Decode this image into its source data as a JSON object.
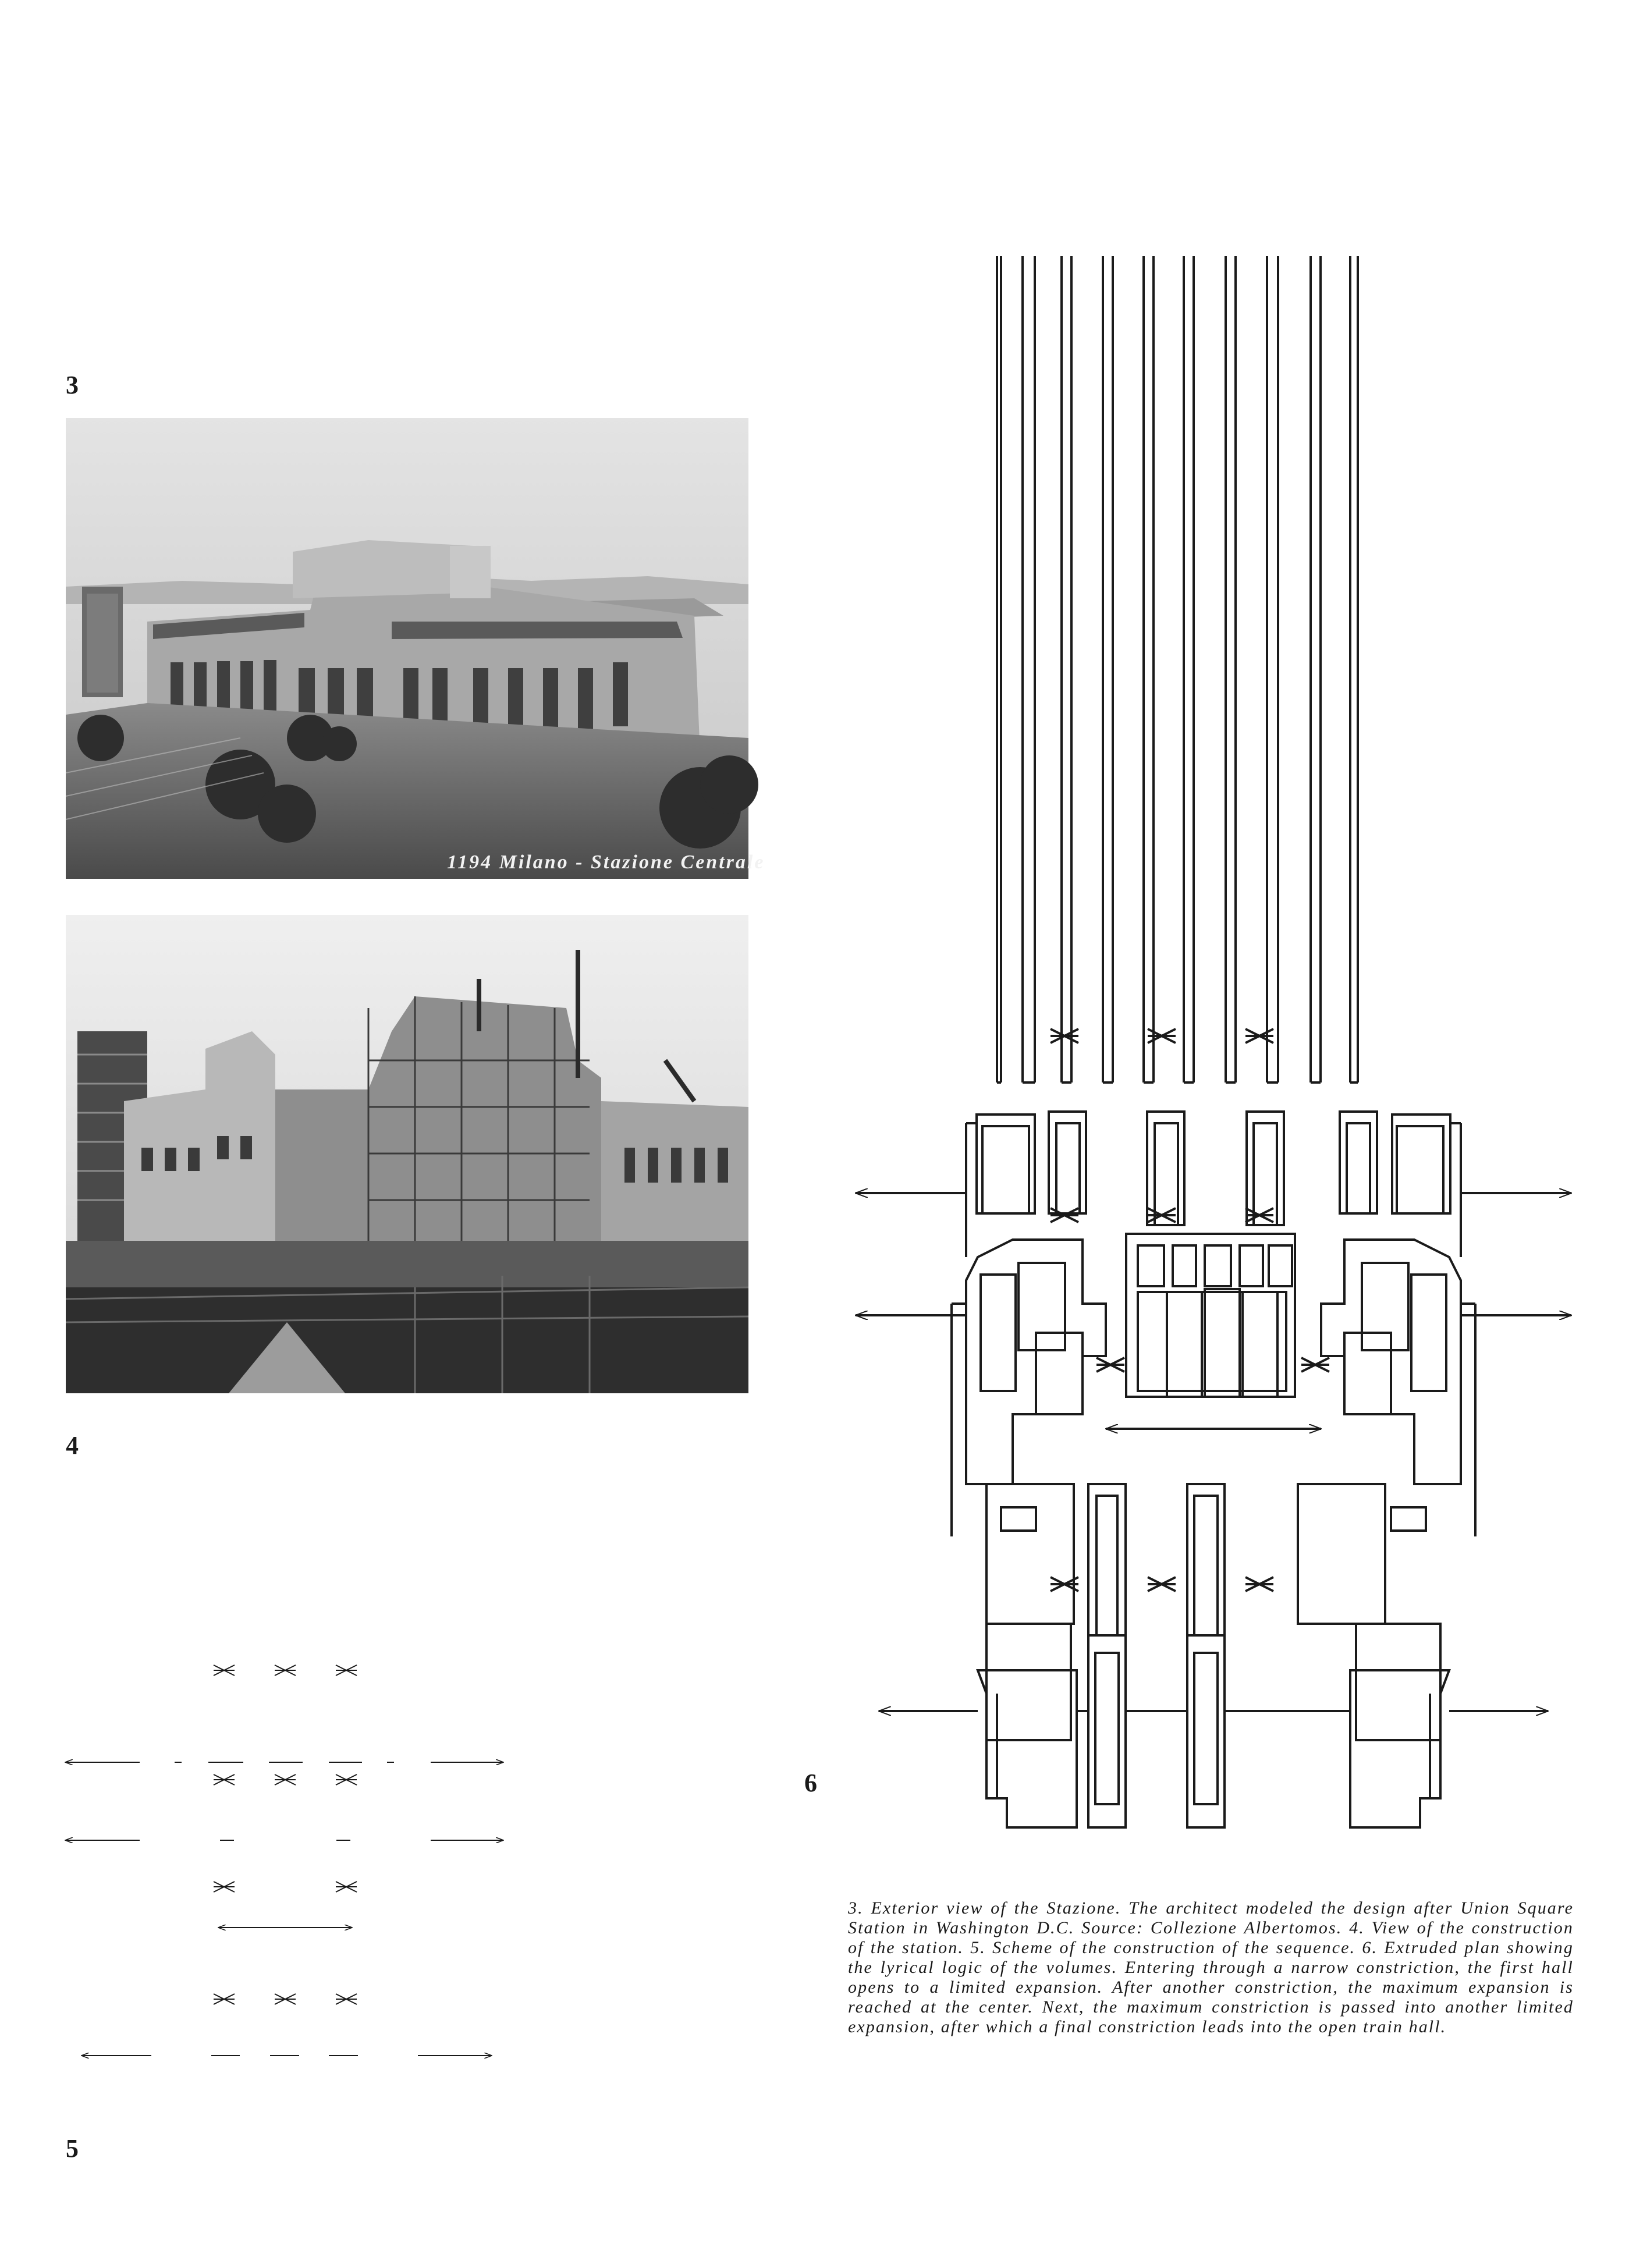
{
  "figures": {
    "fig3_label": "3",
    "fig4_label": "4",
    "fig5_label": "5",
    "fig6_label": "6"
  },
  "photo3": {
    "stamp_text": "1194 Milano - Stazione Centrale",
    "tone": "grayscale"
  },
  "photo4": {
    "tone": "grayscale"
  },
  "caption": "3. Exterior view of the Stazione. The architect modeled the design after Union Square Station in Washington D.C. Source: Collezione Albertomos. 4. View of the construction of the station. 5. Scheme of the construction of the sequence. 6. Extruded plan showing the lyrical logic of the volumes. Entering through a narrow constriction, the first hall opens to a limited expansion. After another constriction, the maximum expansion is reached at the center. Next, the maximum constriction is passed into another limited expansion, after which a final constriction leads into the open train hall.",
  "colors": {
    "ink": "#1a1a1a",
    "paper": "#ffffff",
    "photo_sky": "#cfcfcf",
    "photo_dark": "#3a3a3a"
  },
  "icons": [
    "expansion-arrow-icon",
    "constriction-marker-icon"
  ]
}
